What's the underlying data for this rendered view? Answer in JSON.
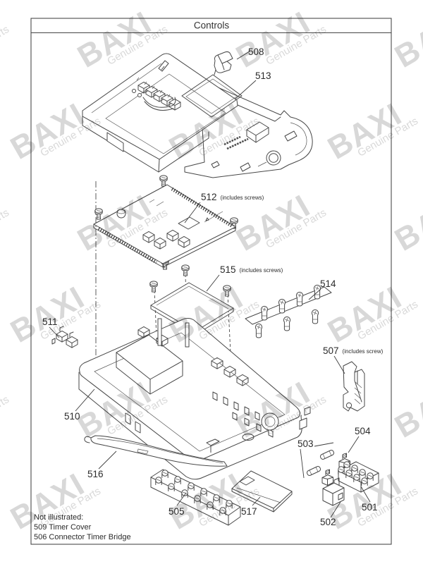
{
  "page": {
    "title": "Controls",
    "not_illustrated": {
      "heading": "Not illustrated:",
      "items": [
        "509 Timer Cover",
        "506 Connector Timer Bridge"
      ]
    }
  },
  "watermark": {
    "brand": "BAXI",
    "tagline": "Genuine Parts"
  },
  "parts": {
    "501": {
      "num": "501",
      "note": ""
    },
    "502": {
      "num": "502",
      "note": ""
    },
    "503": {
      "num": "503",
      "note": ""
    },
    "504": {
      "num": "504",
      "note": ""
    },
    "505": {
      "num": "505",
      "note": ""
    },
    "507": {
      "num": "507",
      "note": "(includes screw)"
    },
    "508": {
      "num": "508",
      "note": ""
    },
    "510": {
      "num": "510",
      "note": ""
    },
    "511": {
      "num": "511",
      "note": ""
    },
    "512": {
      "num": "512",
      "note": "(includes screws)"
    },
    "513": {
      "num": "513",
      "note": ""
    },
    "514": {
      "num": "514",
      "note": ""
    },
    "515": {
      "num": "515",
      "note": "(includes screws)"
    },
    "516": {
      "num": "516",
      "note": ""
    },
    "517": {
      "num": "517",
      "note": ""
    }
  }
}
